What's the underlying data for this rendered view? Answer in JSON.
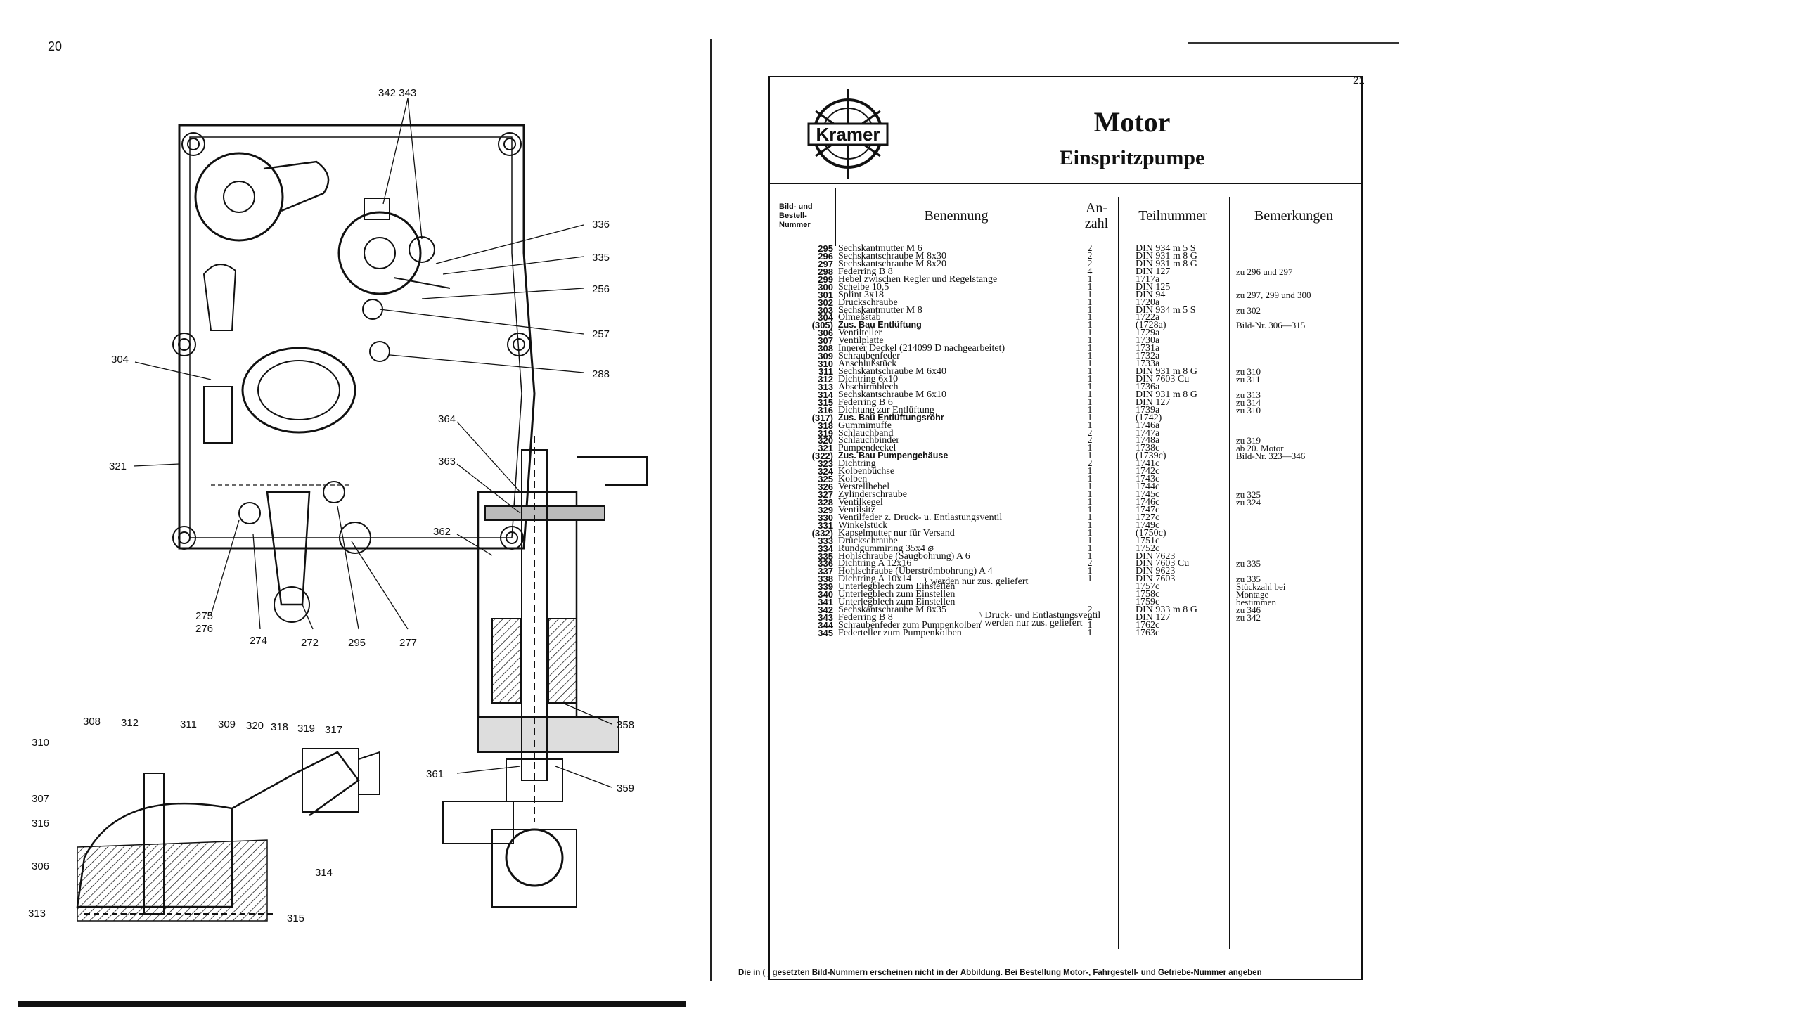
{
  "left_page": {
    "page_number": "20",
    "callouts": [
      "342 343",
      "336",
      "335",
      "256",
      "257",
      "288",
      "304",
      "321",
      "275",
      "276",
      "274",
      "272",
      "295",
      "277",
      "364",
      "363",
      "362",
      "358",
      "361",
      "359",
      "308",
      "312",
      "311",
      "309",
      "320",
      "318",
      "319",
      "317",
      "310",
      "307",
      "316",
      "306",
      "314",
      "313",
      "315"
    ]
  },
  "right_page": {
    "page_number": "21",
    "logo_text": "Kramer",
    "title": "Motor",
    "subtitle": "Einspritzpumpe",
    "columns": {
      "nr": "Bild- und Bestell-Nummer",
      "name": "Benennung",
      "qty": "An-zahl",
      "part": "Teilnummer",
      "rem": "Bemerkungen"
    },
    "rows": [
      {
        "nr": "295",
        "name": "Sechskantmutter M 6",
        "qty": "2",
        "part": "DIN 934 m 5 S",
        "rem": ""
      },
      {
        "nr": "296",
        "name": "Sechskantschraube M 8x30",
        "qty": "2",
        "part": "DIN 931 m 8 G",
        "rem": ""
      },
      {
        "nr": "297",
        "name": "Sechskantschraube M 8x20",
        "qty": "2",
        "part": "DIN 931 m 8 G",
        "rem": ""
      },
      {
        "nr": "298",
        "name": "Federring B 8",
        "qty": "4",
        "part": "DIN 127",
        "rem": "zu 296 und 297"
      },
      {
        "nr": "299",
        "name": "Hebel zwischen Regler und Regelstange",
        "qty": "1",
        "part": "1717a",
        "rem": ""
      },
      {
        "nr": "300",
        "name": "Scheibe 10,5",
        "qty": "1",
        "part": "DIN 125",
        "rem": ""
      },
      {
        "nr": "301",
        "name": "Splint 3x18",
        "qty": "1",
        "part": "DIN 94",
        "rem": "zu 297, 299 und 300"
      },
      {
        "nr": "302",
        "name": "Druckschraube",
        "qty": "1",
        "part": "1720a",
        "rem": ""
      },
      {
        "nr": "303",
        "name": "Sechskantmutter M 8",
        "qty": "1",
        "part": "DIN 934 m 5 S",
        "rem": "zu 302"
      },
      {
        "nr": "304",
        "name": "Ölmeßstab",
        "qty": "1",
        "part": "1722a",
        "rem": ""
      },
      {
        "nr": "(305)",
        "name": "Zus. Bau Entlüftung",
        "sub": true,
        "qty": "1",
        "part": "(1728a)",
        "rem": "Bild-Nr. 306—315"
      },
      {
        "nr": "306",
        "name": "Ventilteller",
        "qty": "1",
        "part": "1729a",
        "rem": ""
      },
      {
        "nr": "307",
        "name": "Ventilplatte",
        "qty": "1",
        "part": "1730a",
        "rem": ""
      },
      {
        "nr": "308",
        "name": "Innerer Deckel (214099 D nachgearbeitet)",
        "qty": "1",
        "part": "1731a",
        "rem": ""
      },
      {
        "nr": "309",
        "name": "Schraubenfeder",
        "qty": "1",
        "part": "1732a",
        "rem": ""
      },
      {
        "nr": "310",
        "name": "Anschlußstück",
        "qty": "1",
        "part": "1733a",
        "rem": ""
      },
      {
        "nr": "311",
        "name": "Sechskantschraube M 6x40",
        "qty": "1",
        "part": "DIN 931 m 8 G",
        "rem": "zu 310"
      },
      {
        "nr": "312",
        "name": "Dichtring 6x10",
        "qty": "1",
        "part": "DIN 7603 Cu",
        "rem": "zu 311"
      },
      {
        "nr": "313",
        "name": "Abschirmblech",
        "qty": "1",
        "part": "1736a",
        "rem": ""
      },
      {
        "nr": "314",
        "name": "Sechskantschraube M 6x10",
        "qty": "1",
        "part": "DIN 931 m 8 G",
        "rem": "zu 313"
      },
      {
        "nr": "315",
        "name": "Federring B 6",
        "qty": "1",
        "part": "DIN 127",
        "rem": "zu 314"
      },
      {
        "nr": "316",
        "name": "Dichtung zur Entlüftung",
        "qty": "1",
        "part": "1739a",
        "rem": "zu 310"
      },
      {
        "nr": "(317)",
        "name": "Zus. Bau Entlüftungsrohr",
        "sub": true,
        "qty": "1",
        "part": "(1742)",
        "rem": ""
      },
      {
        "nr": "318",
        "name": "Gummimuffe",
        "qty": "1",
        "part": "1746a",
        "rem": ""
      },
      {
        "nr": "319",
        "name": "Schlauchband",
        "qty": "2",
        "part": "1747a",
        "rem": ""
      },
      {
        "nr": "320",
        "name": "Schlauchbinder",
        "qty": "2",
        "part": "1748a",
        "rem": "zu 319"
      },
      {
        "nr": "321",
        "name": "Pumpendeckel",
        "qty": "1",
        "part": "1738c",
        "rem": "ab 20. Motor"
      },
      {
        "nr": "(322)",
        "name": "Zus. Bau Pumpengehäuse",
        "sub": true,
        "qty": "1",
        "part": "(1739c)",
        "rem": "Bild-Nr. 323—346"
      },
      {
        "nr": "323",
        "name": "Dichtring",
        "qty": "2",
        "part": "1741c",
        "rem": ""
      },
      {
        "nr": "324",
        "name": "Kolbenbüchse",
        "qty": "1",
        "part": "1742c",
        "rem": ""
      },
      {
        "nr": "325",
        "name": "Kolben",
        "qty": "1",
        "part": "1743c",
        "rem": ""
      },
      {
        "nr": "326",
        "name": "Verstellhebel",
        "qty": "1",
        "part": "1744c",
        "rem": ""
      },
      {
        "nr": "327",
        "name": "Zylinderschraube",
        "qty": "1",
        "part": "1745c",
        "rem": "zu 325"
      },
      {
        "nr": "328",
        "name": "Ventilkegel",
        "qty": "1",
        "part": "1746c",
        "rem": "zu 324"
      },
      {
        "nr": "329",
        "name": "Ventilsitz",
        "qty": "1",
        "part": "1747c",
        "rem": ""
      },
      {
        "nr": "330",
        "name": "Ventilfeder z. Druck- u. Entlastungsventil",
        "qty": "1",
        "part": "1727c",
        "rem": ""
      },
      {
        "nr": "331",
        "name": "Winkelstück",
        "qty": "1",
        "part": "1749c",
        "rem": ""
      },
      {
        "nr": "(332)",
        "name": "Kapselmutter nur für Versand",
        "qty": "1",
        "part": "(1750c)",
        "rem": ""
      },
      {
        "nr": "333",
        "name": "Druckschraube",
        "qty": "1",
        "part": "1751c",
        "rem": ""
      },
      {
        "nr": "334",
        "name": "Rundgummiring 35x4 ⌀",
        "qty": "1",
        "part": "1752c",
        "rem": ""
      },
      {
        "nr": "335",
        "name": "Hohlschraube (Saugbohrung) A 6",
        "qty": "1",
        "part": "DIN 7623",
        "rem": ""
      },
      {
        "nr": "336",
        "name": "Dichtring A 12x16",
        "qty": "2",
        "part": "DIN 7603 Cu",
        "rem": "zu 335"
      },
      {
        "nr": "337",
        "name": "Hohlschraube (Überströmbohrung) A 4",
        "qty": "1",
        "part": "DIN 9623",
        "rem": ""
      },
      {
        "nr": "338",
        "name": "Dichtring A 10x14",
        "qty": "1",
        "part": "DIN 7603",
        "rem": "zu 335"
      },
      {
        "nr": "339",
        "name": "Unterlegblech zum Einstellen",
        "qty": "",
        "part": "1757c",
        "rem": "Stückzahl bei"
      },
      {
        "nr": "340",
        "name": "Unterlegblech zum Einstellen",
        "qty": "",
        "part": "1758c",
        "rem": "Montage"
      },
      {
        "nr": "341",
        "name": "Unterlegblech zum Einstellen",
        "qty": "",
        "part": "1759c",
        "rem": "bestimmen"
      },
      {
        "nr": "342",
        "name": "Sechskantschraube M 8x35",
        "qty": "2",
        "part": "DIN 933 m 8 G",
        "rem": "zu 346"
      },
      {
        "nr": "343",
        "name": "Federring B 8",
        "qty": "2",
        "part": "DIN 127",
        "rem": "zu 342"
      },
      {
        "nr": "344",
        "name": "Schraubenfeder zum Pumpenkolben",
        "qty": "1",
        "part": "1762c",
        "rem": ""
      },
      {
        "nr": "345",
        "name": "Federteller zum Pumpenkolben",
        "qty": "1",
        "part": "1763c",
        "rem": ""
      }
    ],
    "brace_notes": {
      "kolben": "werden nur zus. geliefert",
      "ventil_a": "Druck- und Entlastungsventil",
      "ventil_b": "werden nur zus. geliefert"
    },
    "footer": "Die in ( ) gesetzten Bild-Nummern erscheinen nicht in der Abbildung. Bei Bestellung Motor-, Fahrgestell- und Getriebe-Nummer angeben"
  }
}
